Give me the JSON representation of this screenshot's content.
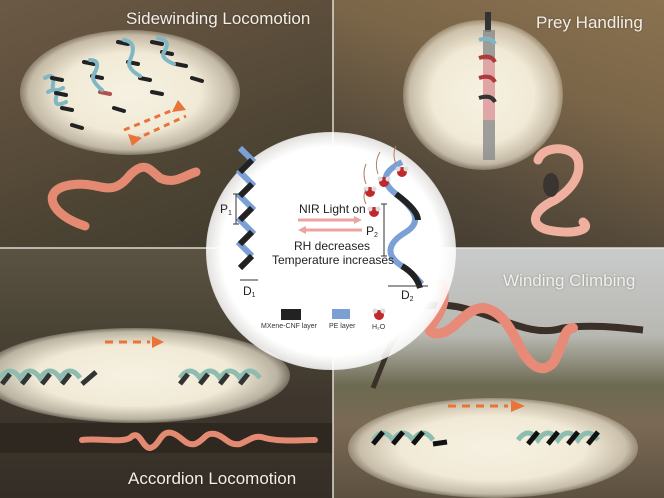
{
  "figure": {
    "panels": [
      {
        "id": "top-left",
        "title": "Sidewinding Locomotion"
      },
      {
        "id": "top-right",
        "title": "Prey Handling"
      },
      {
        "id": "bottom-left",
        "title": "Accordion Locomotion"
      },
      {
        "id": "bottom-right",
        "title": "Winding Climbing"
      }
    ],
    "center": {
      "forward_label": "NIR Light on",
      "reverse_label_1": "RH decreases",
      "reverse_label_2": "Temperature increases",
      "pitch_left": "P",
      "pitch_left_sub": "1",
      "pitch_right": "P",
      "pitch_right_sub": "2",
      "diameter_left": "D",
      "diameter_left_sub": "1",
      "diameter_right": "D",
      "diameter_right_sub": "2",
      "legend": [
        {
          "label": "MXene-CNF layer",
          "color": "#222222"
        },
        {
          "label": "PE layer",
          "color": "#7b9fd4"
        },
        {
          "label": "H₂O",
          "color": "#c0282b"
        }
      ]
    },
    "colors": {
      "arrow_orange": "#e8743a",
      "arrow_pink": "#eba5a0",
      "helix_black": "#222222",
      "helix_blue": "#7ba0d6",
      "helix_teal": "#8fbcb0",
      "snake": "#e58a72"
    }
  }
}
